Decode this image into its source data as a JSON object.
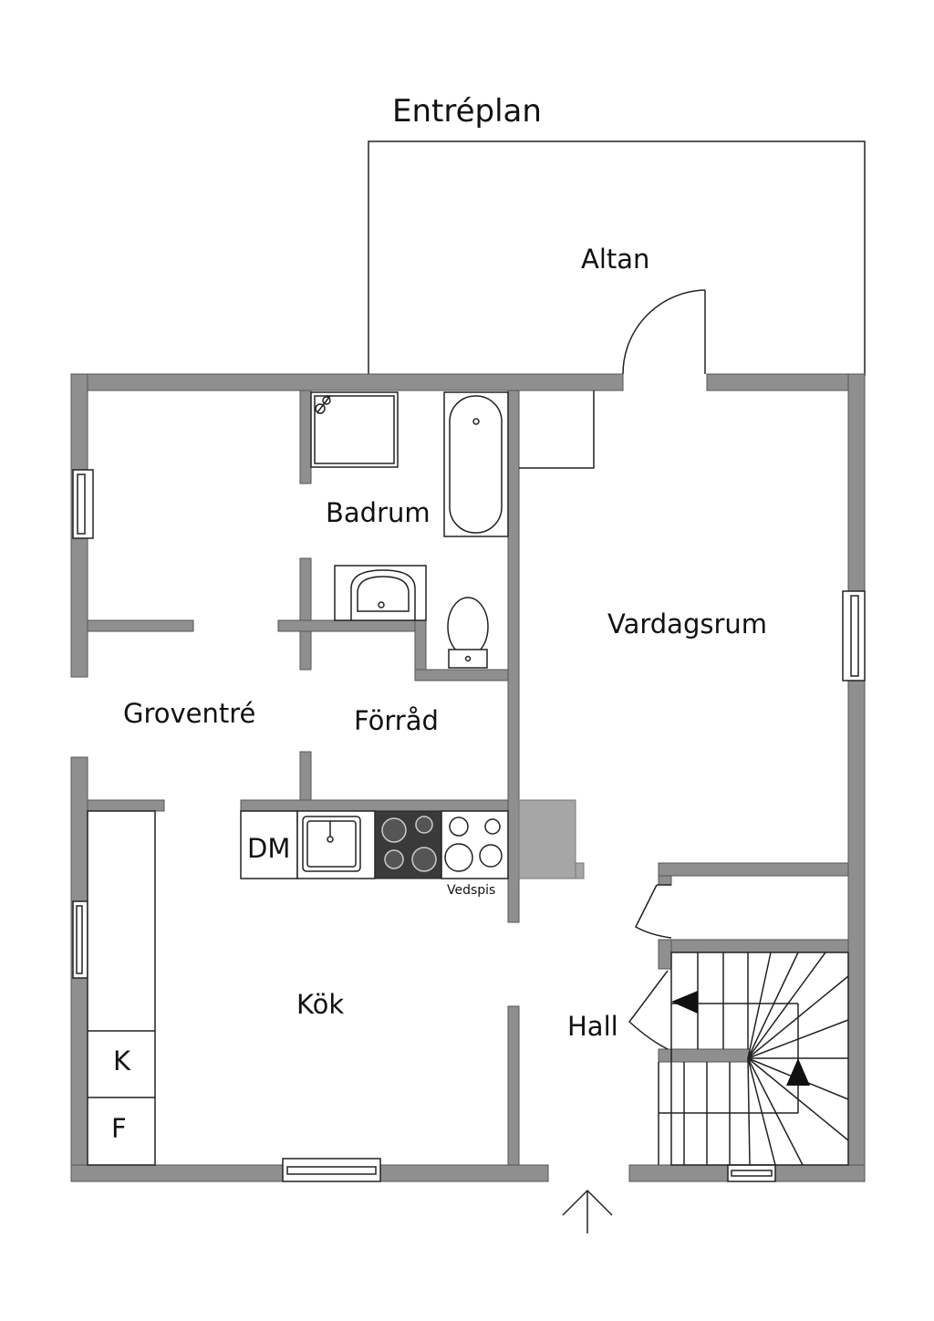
{
  "title": "Entréplan",
  "rooms": {
    "altan": "Altan",
    "badrum": "Badrum",
    "vardagsrum": "Vardagsrum",
    "groventre": "Groventré",
    "forrad": "Förråd",
    "kok": "Kök",
    "hall": "Hall"
  },
  "fixtures": {
    "dishwasher": "DM",
    "stove": "Vedspis",
    "fridge": "K",
    "freezer": "F"
  },
  "colors": {
    "wall": "#8f8f8f",
    "wall_outline": "#555555",
    "line": "#222222",
    "stove_dark": "#3a3a3a",
    "chimney": "#a6a6a6"
  },
  "icons": {
    "entrance": "entrance-arrow-icon",
    "stairs_direction": "stair-direction-arrow-icon"
  }
}
